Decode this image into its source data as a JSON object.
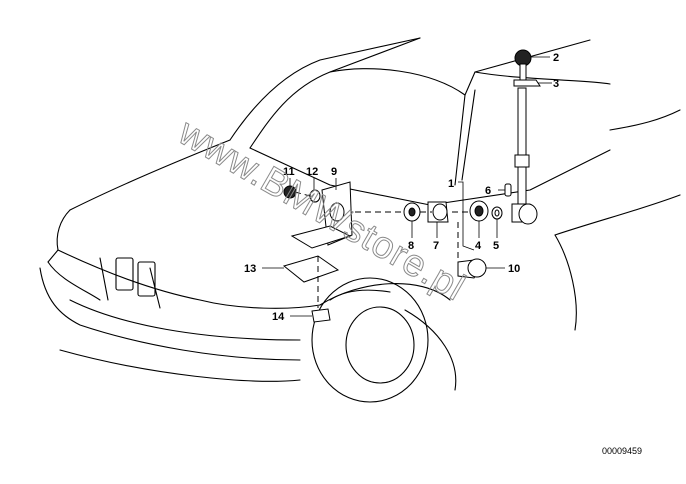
{
  "watermark": "www.BMWstore.pl",
  "diagram_ref": "00009459",
  "parts": [
    {
      "id": "label-1",
      "text": "1"
    },
    {
      "id": "label-2",
      "text": "2"
    },
    {
      "id": "label-3",
      "text": "3"
    },
    {
      "id": "label-4",
      "text": "4"
    },
    {
      "id": "label-5",
      "text": "5"
    },
    {
      "id": "label-6",
      "text": "6"
    },
    {
      "id": "label-7",
      "text": "7"
    },
    {
      "id": "label-8",
      "text": "8"
    },
    {
      "id": "label-9",
      "text": "9"
    },
    {
      "id": "label-10",
      "text": "10"
    },
    {
      "id": "label-11",
      "text": "11"
    },
    {
      "id": "label-12",
      "text": "12"
    },
    {
      "id": "label-13",
      "text": "13"
    },
    {
      "id": "label-14",
      "text": "14"
    }
  ]
}
